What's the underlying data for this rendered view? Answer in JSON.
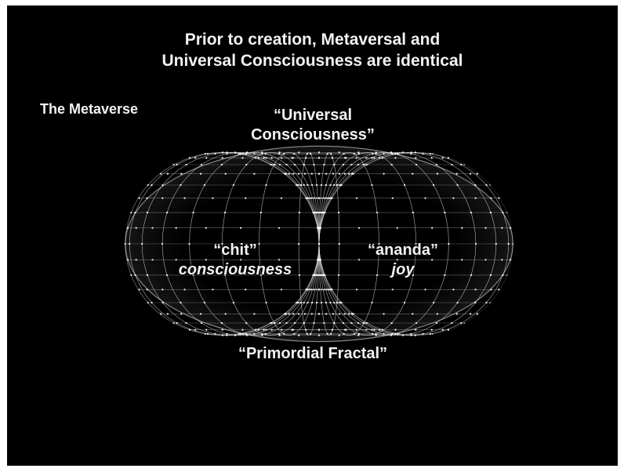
{
  "slide": {
    "background": "#000000",
    "border_color": "#ffffff",
    "line_color": "#dcdcdc"
  },
  "title": {
    "line1": "Prior to creation, Metaversal and",
    "line2": "Universal Consciousness are identical"
  },
  "labels": {
    "metaverse": "The Metaverse",
    "universal_line1": "“Universal",
    "universal_line2": "Consciousness”",
    "chit_line1": "“chit”",
    "chit_line2": "consciousness",
    "ananda_line1": "“ananda”",
    "ananda_line2": "joy",
    "fractal": "“Primordial Fractal”"
  },
  "figure": {
    "shape": "torus-icon"
  }
}
